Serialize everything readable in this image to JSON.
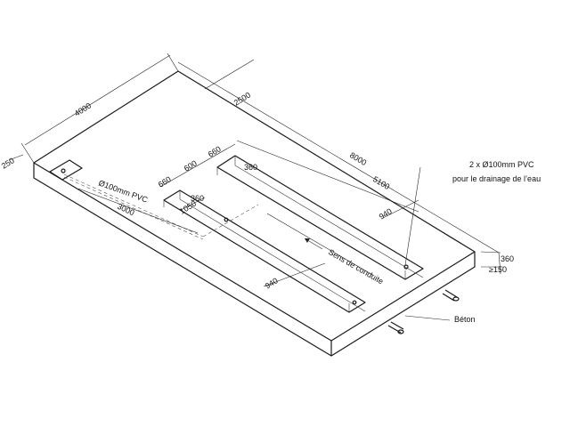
{
  "dimensions": {
    "length_total": "8000",
    "length_main": "5100",
    "length_right": "2500",
    "width_total": "4000",
    "edge_left": "250",
    "trench_width_a": "660",
    "trench_gap": "600",
    "trench_width_b": "660",
    "trench_depth_a": "360",
    "trench_depth_b": "360",
    "slab_thickness": "360",
    "min_thickness": "≥150",
    "trench_length_a": "940",
    "trench_length_b": "940",
    "offset_a": "1050",
    "pipe_run": "3000"
  },
  "labels": {
    "pipe": "Ø100mm PVC",
    "drain_line1": "2 x Ø100mm PVC",
    "drain_line2": "pour le drainage de l’eau",
    "direction": "Sens de conduite",
    "material": "Béton"
  }
}
